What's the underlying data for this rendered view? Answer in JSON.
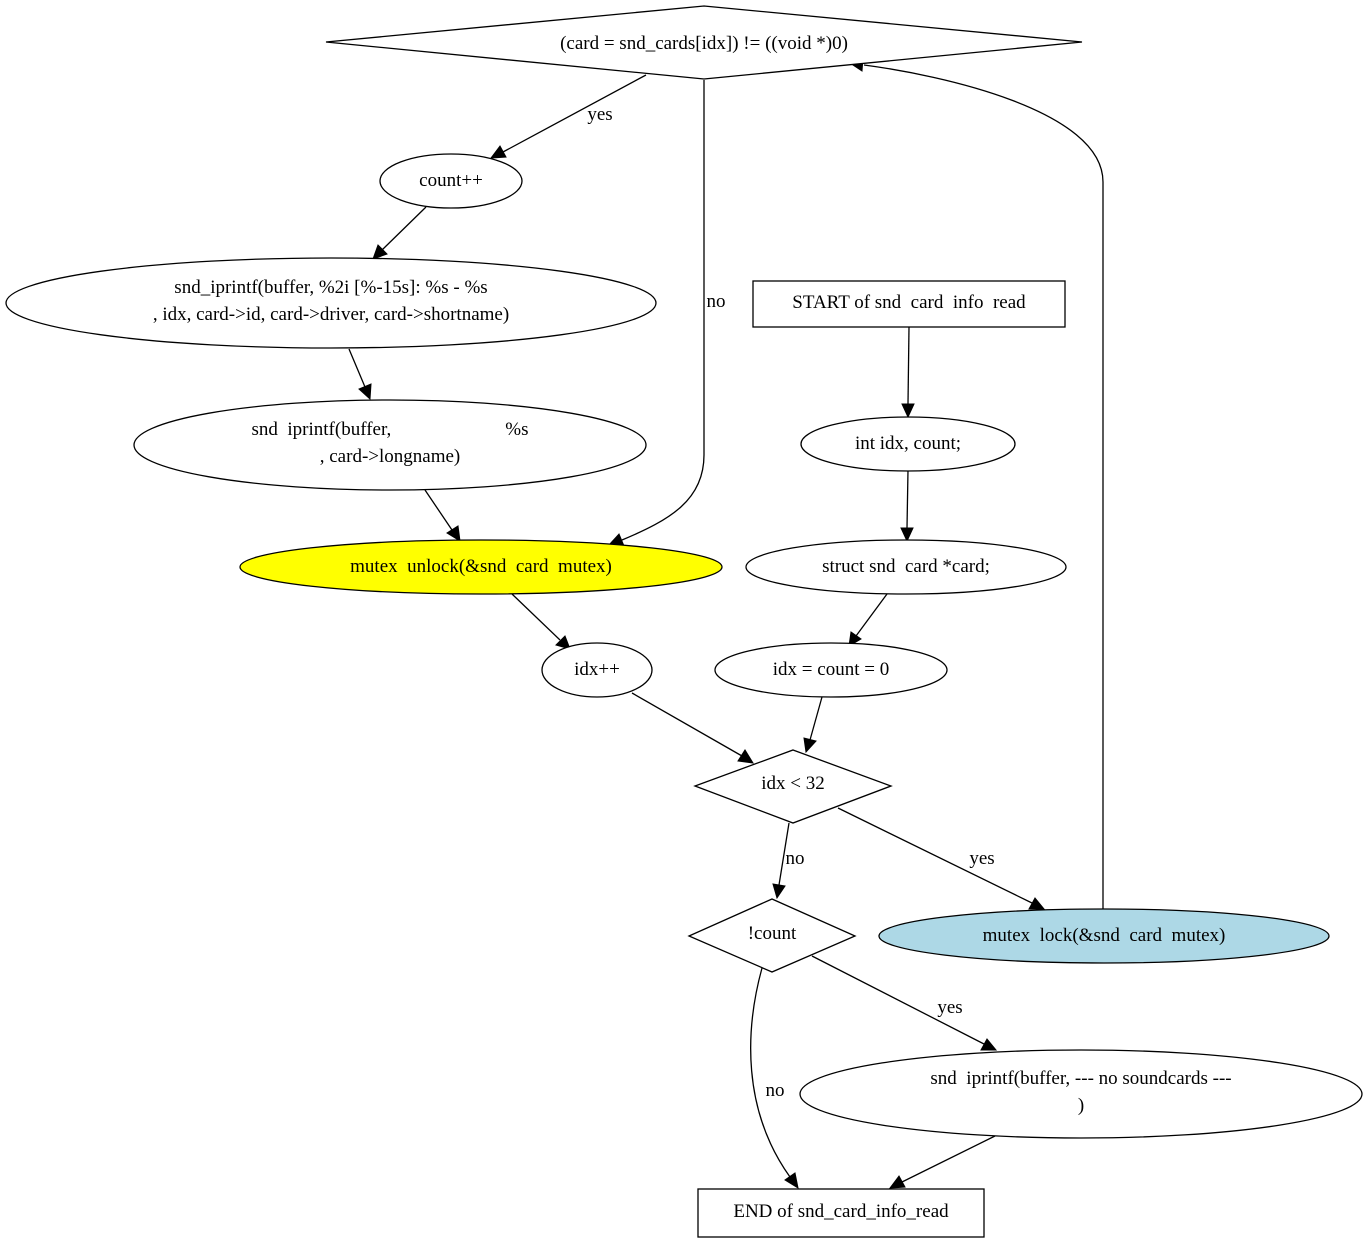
{
  "colors": {
    "unlock_fill": "#ffff00",
    "lock_fill": "#add8e6"
  },
  "nodes": {
    "loop_cond": [
      "(card = snd_cards[idx]) != ((void *)0)"
    ],
    "count_inc": [
      "count++"
    ],
    "printf1": [
      "snd_iprintf(buffer, %2i [%-15s]: %s - %s",
      ", idx, card->id, card->driver, card->shortname)"
    ],
    "printf2": [
      "snd  iprintf(buffer,                        %s",
      ", card->longname)"
    ],
    "unlock": [
      "mutex  unlock(&snd  card  mutex)"
    ],
    "idx_inc": [
      "idx++"
    ],
    "start": [
      "START of snd  card  info  read"
    ],
    "decl1": [
      "int idx, count;"
    ],
    "decl2": [
      "struct snd  card *card;"
    ],
    "init": [
      "idx = count = 0"
    ],
    "idx_cond": [
      "idx < 32"
    ],
    "not_count": [
      "!count"
    ],
    "lock": [
      "mutex  lock(&snd  card  mutex)"
    ],
    "printf3": [
      "snd  iprintf(buffer, --- no soundcards ---",
      ")"
    ],
    "end": [
      "END of snd_card_info_read"
    ]
  },
  "edge_labels": {
    "loop_yes": "yes",
    "loop_no": "no",
    "idx_no": "no",
    "idx_yes": "yes",
    "count_yes": "yes",
    "count_no": "no"
  }
}
